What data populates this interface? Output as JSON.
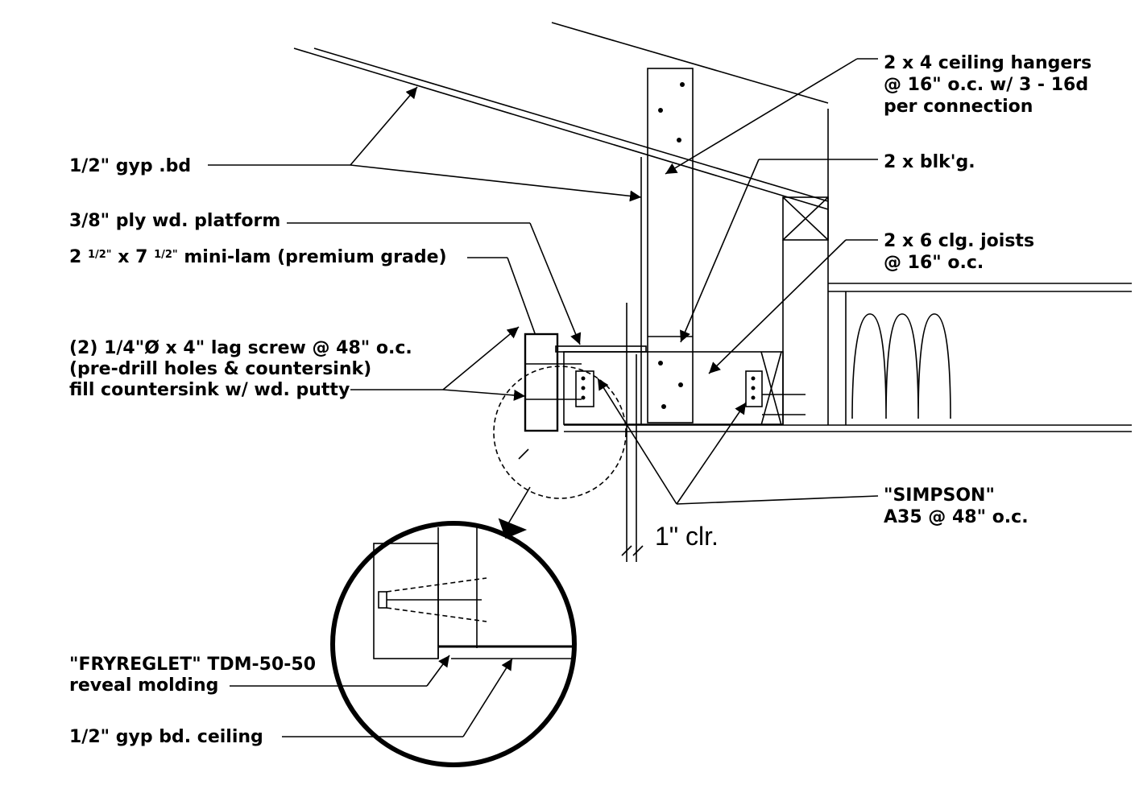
{
  "labels": {
    "ceiling_hangers": [
      "2 x 4 ceiling hangers",
      "@ 16\" o.c. w/ 3 - 16d",
      "per connection"
    ],
    "gyp_bd": "1/2\" gyp .bd",
    "blkg": "2 x blk'g.",
    "ply_platform": "3/8\" ply wd. platform",
    "minilam": {
      "a": "2 ",
      "a_sup": "1/2\"",
      "b": " x 7 ",
      "b_sup": "1/2\"",
      "c": " mini-lam (premium grade)"
    },
    "joists": [
      "2 x 6 clg. joists",
      "@ 16\" o.c."
    ],
    "lag_screw": [
      "(2) 1/4\"Ø x 4\" lag screw @ 48\" o.c.",
      "(pre-drill holes & countersink)",
      "fill countersink w/ wd. putty"
    ],
    "simpson": [
      "\"SIMPSON\"",
      "A35 @ 48\" o.c."
    ],
    "clearance": "1\" clr.",
    "fryreglet": [
      "\"FRYREGLET\" TDM-50-50",
      "reveal molding"
    ],
    "gyp_ceiling": "1/2\" gyp bd. ceiling"
  },
  "colors": {
    "ink": "#000000",
    "background": "#ffffff"
  }
}
